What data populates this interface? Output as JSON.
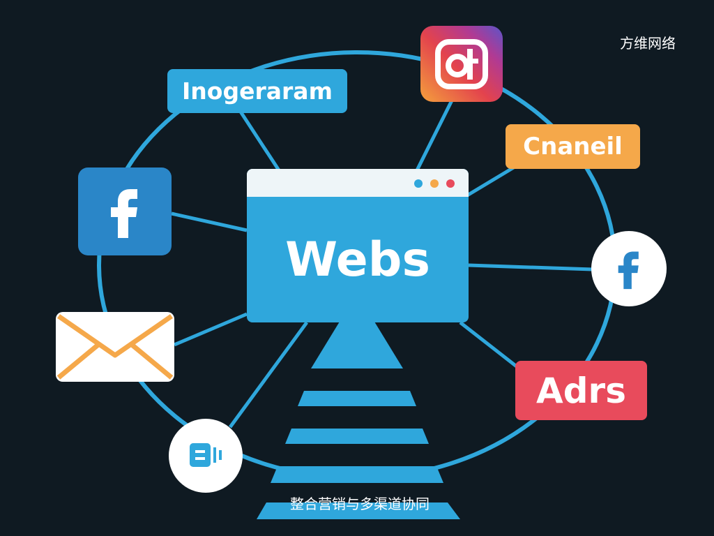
{
  "brand": "方维网络",
  "caption": "整合营销与多渠道协同",
  "center": {
    "title": "Webs",
    "window_dot_colors": [
      "#2fa7dc",
      "#f5a84a",
      "#e84b5c"
    ]
  },
  "nodes": {
    "inogeraram": {
      "label": "Inogeraram",
      "color": "#2fa7dc"
    },
    "cnaneil": {
      "label": "Cnaneil",
      "color": "#f5a84a"
    },
    "adrs": {
      "label": "Adrs",
      "color": "#e84b5c"
    },
    "facebook_square": {
      "icon": "facebook-icon",
      "color": "#2a86c8"
    },
    "facebook_circle": {
      "icon": "facebook-icon",
      "color": "#2a86c8"
    },
    "instagram": {
      "icon": "instagram-icon"
    },
    "email": {
      "icon": "envelope-icon",
      "color": "#f5a84a"
    },
    "chat": {
      "icon": "chat-icon",
      "color": "#2fa7dc"
    }
  },
  "colors": {
    "background": "#0f1a22",
    "ring": "#2fa7dc",
    "connector": "#2fa7dc"
  }
}
